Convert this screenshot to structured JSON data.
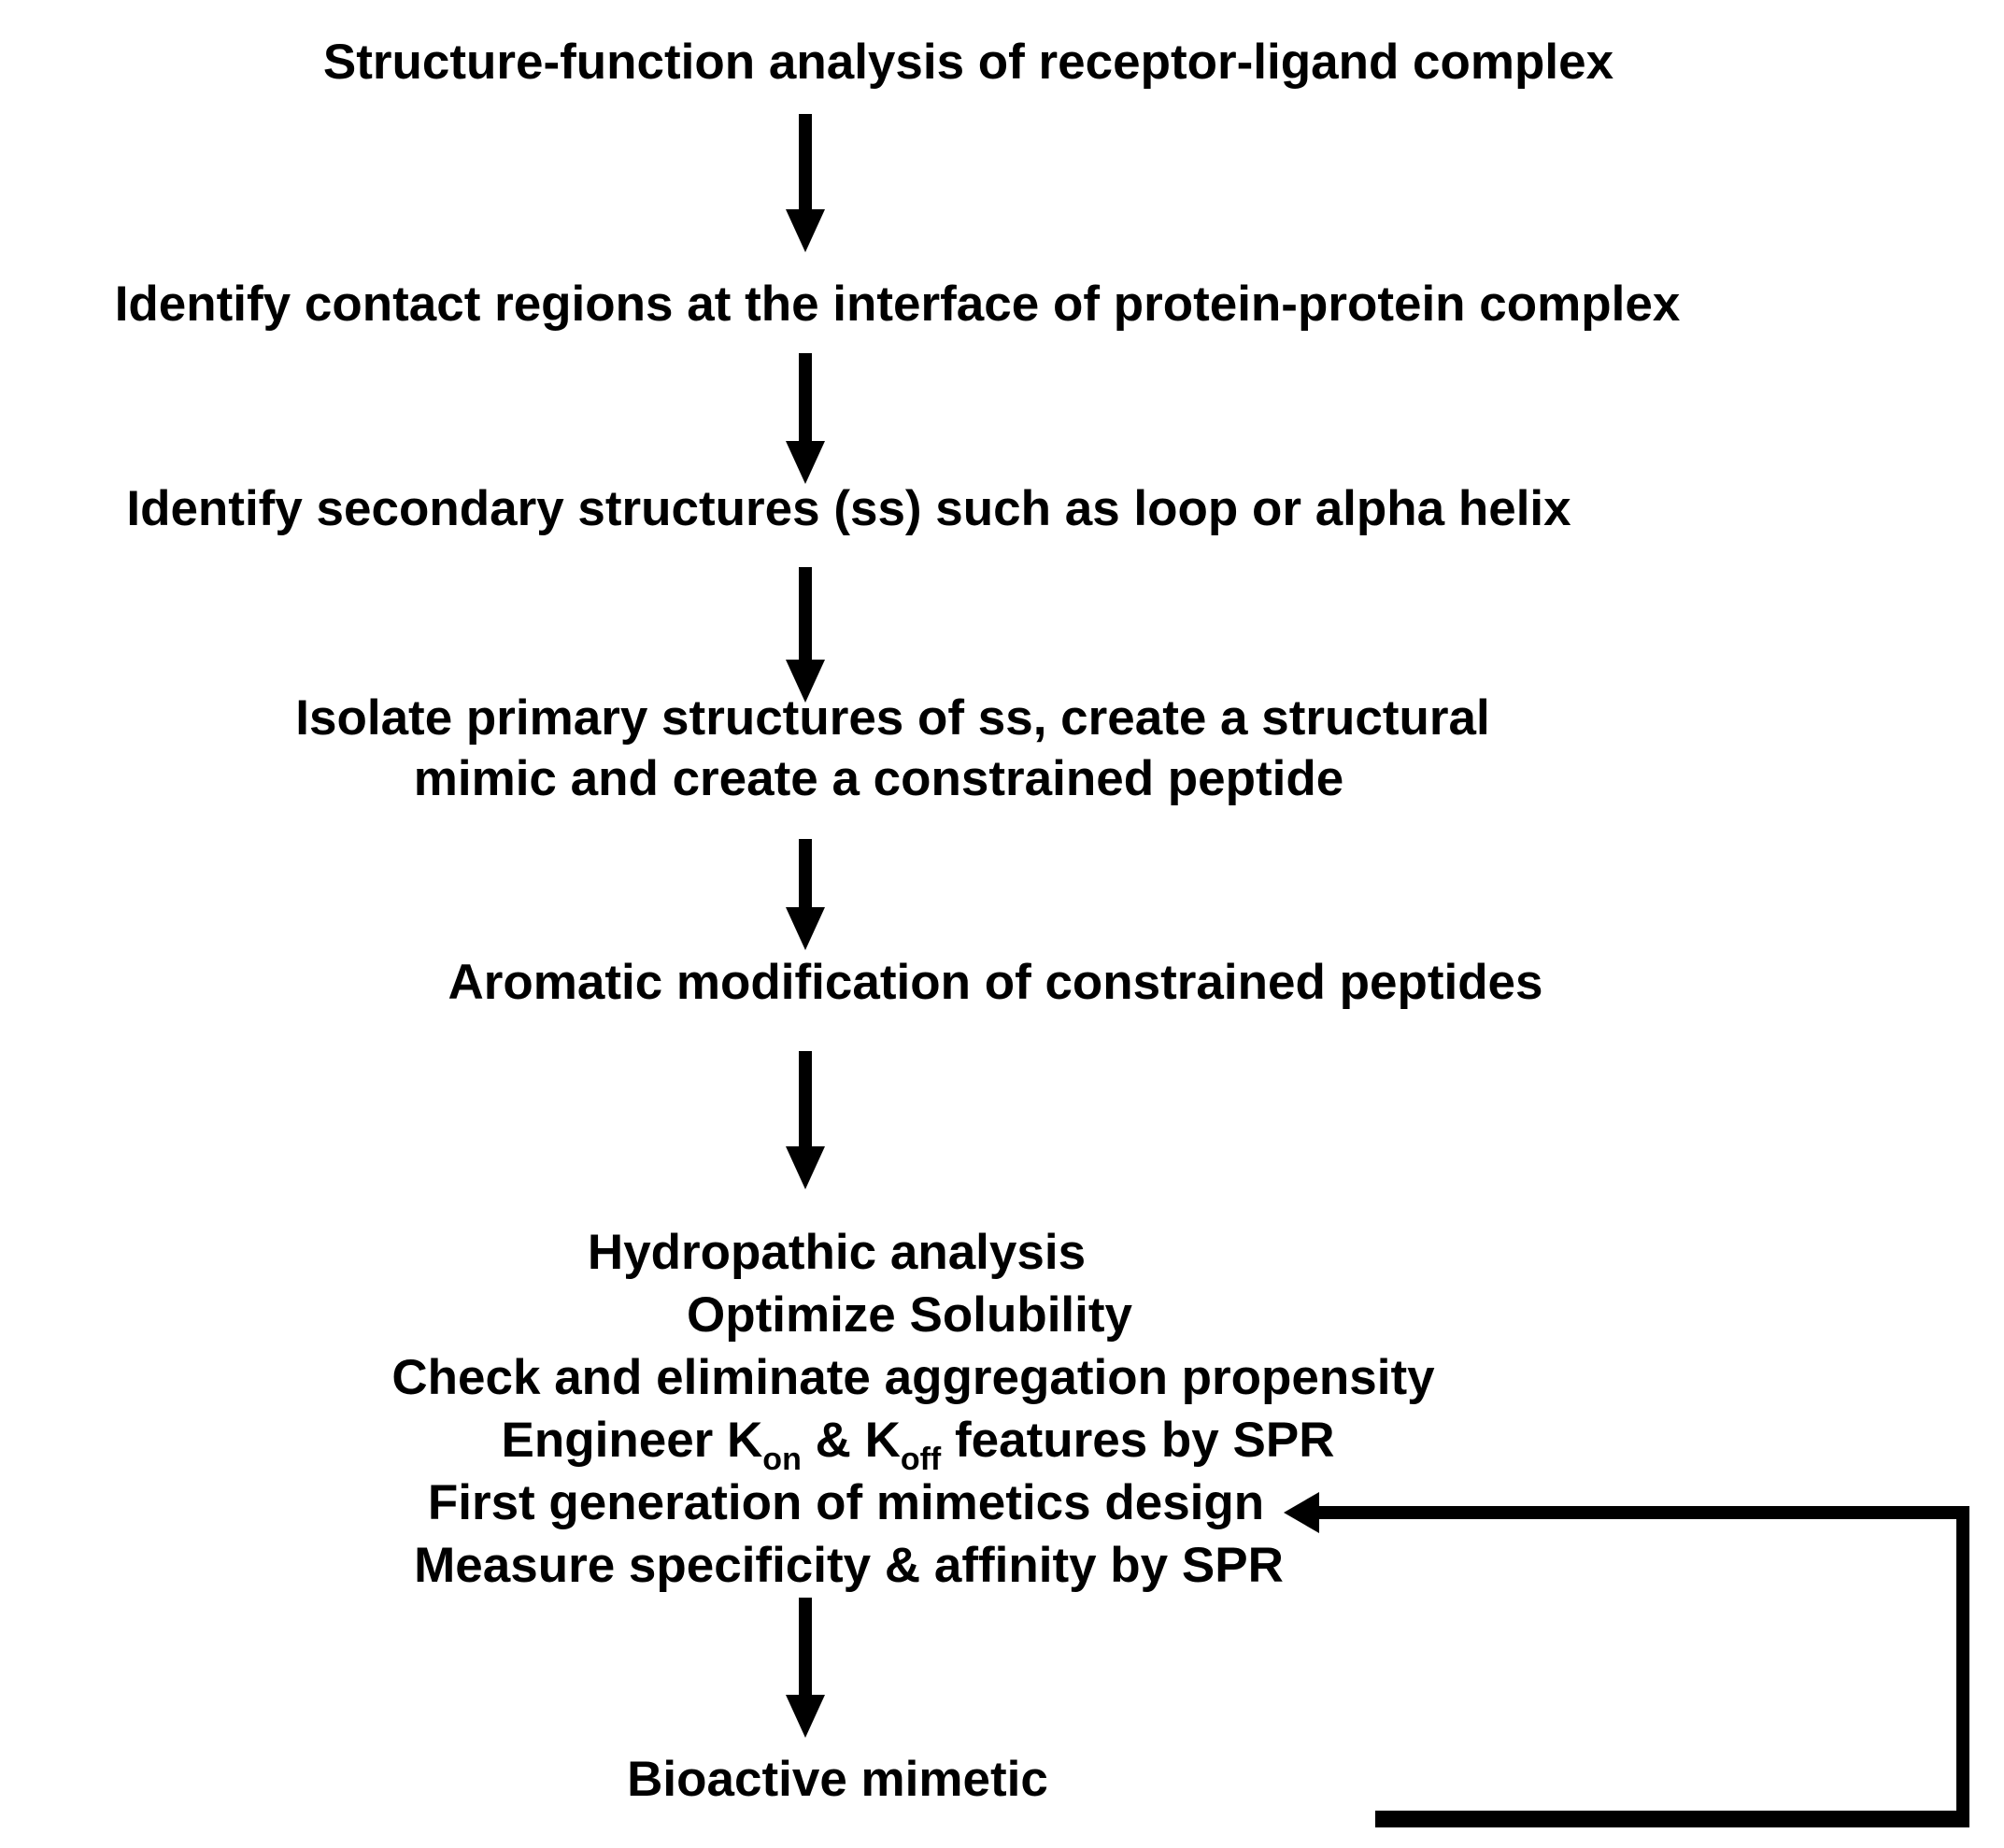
{
  "diagram": {
    "type": "flowchart",
    "colors": {
      "ink": "#000000",
      "background": "#ffffff"
    },
    "steps": {
      "step1": "Structure-function analysis of receptor-ligand complex",
      "step2": "Identify contact regions at the interface of protein-protein complex",
      "step3": "Identify secondary structures (ss) such as loop or alpha helix",
      "step4": {
        "line1": "Isolate primary structures of ss, create a structural",
        "line2": "mimic and create a constrained peptide"
      },
      "step5": "Aromatic modification of constrained peptides",
      "step6": {
        "line1": "Hydropathic analysis",
        "line2": "Optimize Solubility",
        "line3": "Check and eliminate aggregation propensity",
        "line4": {
          "pre": "Engineer K",
          "sub1": "on",
          "mid": " & K",
          "sub2": "off",
          "post": " features by SPR"
        },
        "line5": "First generation of mimetics design",
        "line6": "Measure specificity & affinity by SPR"
      },
      "step7": "Bioactive mimetic"
    },
    "feedback_loop": {
      "from": "Bioactive mimetic",
      "to": "First generation of mimetics design"
    }
  }
}
